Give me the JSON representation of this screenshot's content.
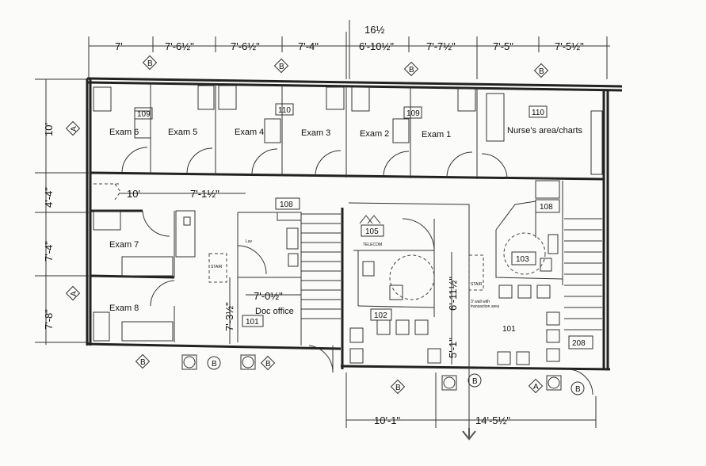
{
  "top_dimensions": [
    "7'",
    "7'-6½\"",
    "7'-6½\"",
    "7'-4\"",
    "6'-10½\"",
    "7'-7½\"",
    "7'-5\"",
    "7'-5½\""
  ],
  "top_partial": "16½",
  "left_dimensions": [
    "10'",
    "4'-4\"",
    "7'-4\"",
    "7'-8\""
  ],
  "rooms": {
    "exam6": "Exam 6",
    "exam5": "Exam 5",
    "exam4": "Exam 4",
    "exam3": "Exam 3",
    "exam2": "Exam 2",
    "exam1": "Exam 1",
    "nurses": "Nurse's area/charts",
    "exam7": "Exam 7",
    "exam8": "Exam 8",
    "doc_office": "Doc office",
    "lav": "Lav"
  },
  "room_numbers": {
    "r109": "109",
    "r110a": "110",
    "r109b": "109",
    "r110b": "110",
    "r108a": "108",
    "r108b": "108",
    "r105": "105",
    "r103": "103",
    "r102": "102",
    "r101a": "101",
    "r101b": "101",
    "r208": "208"
  },
  "small_text": {
    "telecom": "TELECOM",
    "stair1": "STAIR",
    "stair2": "STAIR",
    "note": "3' wall with",
    "note2": "transaction area"
  },
  "inner_dimensions": {
    "d10": "10'",
    "d7_1_5": "7'-1½\"",
    "d7_0_5": "7'-0½\"",
    "d7_3_5": "7'-3½\"",
    "d6_11_5": "6'-11½\"",
    "d5_1": "5'-1\""
  },
  "bottom_dimensions": [
    "10'-1\"",
    "14'-5½\""
  ],
  "grid_markers": {
    "b": "B",
    "a": "A"
  }
}
